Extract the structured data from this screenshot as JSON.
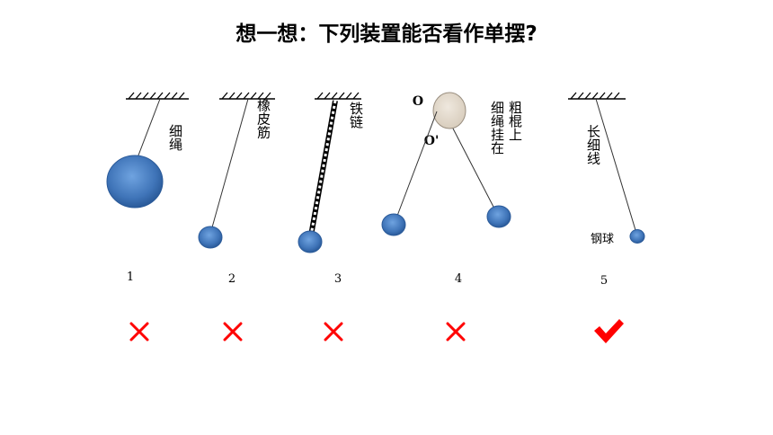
{
  "title": "想一想：下列装置能否看作单摆?",
  "pendulums": [
    {
      "number": "1",
      "label": "细绳",
      "result": "wrong"
    },
    {
      "number": "2",
      "label": "橡皮筋",
      "result": "wrong"
    },
    {
      "number": "3",
      "label": "铁链",
      "result": "wrong"
    },
    {
      "number": "4",
      "label": "粗棍上细绳挂在",
      "label_col1": "粗棍上",
      "label_col2": "细绳挂在",
      "pivot_o": "O",
      "pivot_o2": "O'",
      "result": "wrong"
    },
    {
      "number": "5",
      "label": "长细线",
      "ball_label": "钢球",
      "result": "correct"
    }
  ],
  "colors": {
    "ball": "#4a7fbf",
    "ball_dark": "#1f4f8a",
    "rod": "#e6dccf",
    "mark": "#ff0000"
  }
}
